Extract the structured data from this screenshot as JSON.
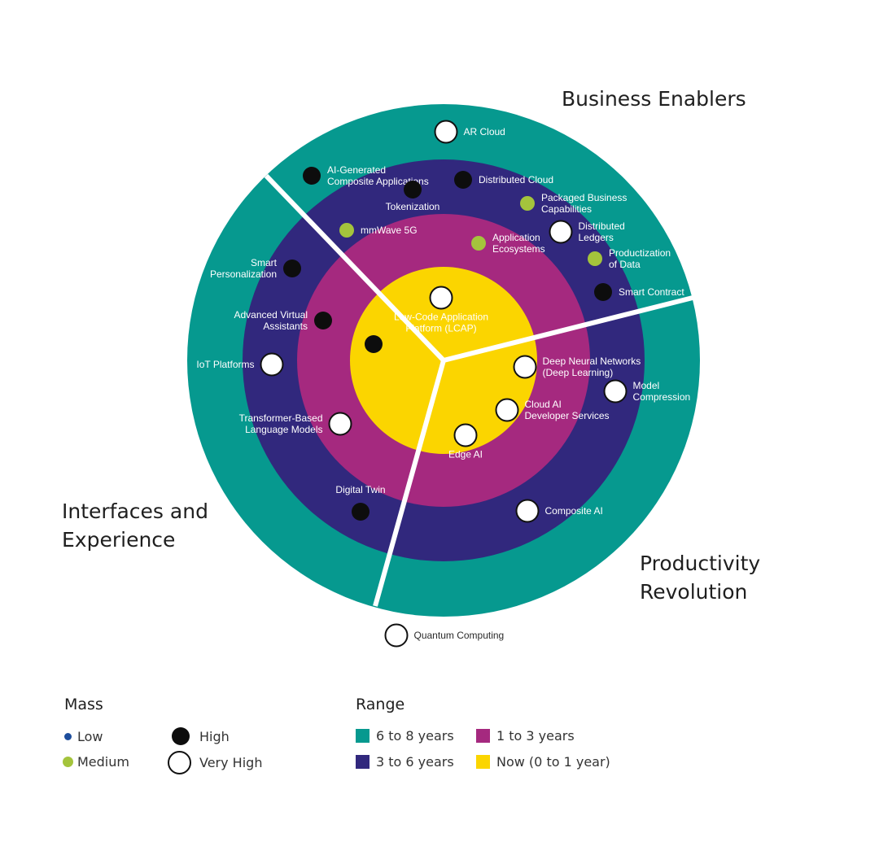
{
  "sectors": {
    "business": "Business Enablers",
    "interfaces": [
      "Interfaces and",
      "Experience"
    ],
    "productivity": [
      "Productivity",
      "Revolution"
    ]
  },
  "colors": {
    "ring_6_8": "#06998f",
    "ring_3_6": "#31287d",
    "ring_1_3": "#a5297f",
    "ring_now": "#fbd500",
    "mass_low": "#1d4d9c",
    "mass_medium": "#a4c43c",
    "mass_high": "#0d0d0d",
    "mass_very_high": "#ffffff"
  },
  "technologies": [
    {
      "name": [
        "AR Cloud"
      ],
      "mass": "very_high",
      "label_side": "right"
    },
    {
      "name": [
        "AI-Generated",
        "Composite Applications"
      ],
      "mass": "high",
      "label_side": "right"
    },
    {
      "name": [
        "Distributed Cloud"
      ],
      "mass": "high",
      "label_side": "right"
    },
    {
      "name": [
        "Tokenization"
      ],
      "mass": "high",
      "label_side": "below"
    },
    {
      "name": [
        "Packaged Business",
        "Capabilities"
      ],
      "mass": "medium",
      "label_side": "right"
    },
    {
      "name": [
        "mmWave 5G"
      ],
      "mass": "medium",
      "label_side": "right"
    },
    {
      "name": [
        "Application",
        "Ecosystems"
      ],
      "mass": "medium",
      "label_side": "right"
    },
    {
      "name": [
        "Distributed",
        "Ledgers"
      ],
      "mass": "very_high",
      "label_side": "right"
    },
    {
      "name": [
        "Productization",
        "of Data"
      ],
      "mass": "medium",
      "label_side": "right"
    },
    {
      "name": [
        "Smart Contract"
      ],
      "mass": "high",
      "label_side": "right"
    },
    {
      "name": [
        "Smart",
        "Personalization"
      ],
      "mass": "high",
      "label_side": "left"
    },
    {
      "name": [
        "Low-Code Application",
        "Platform (LCAP)"
      ],
      "mass": "very_high",
      "label_side": "below"
    },
    {
      "name": [
        "Advanced Virtual",
        "Assistants"
      ],
      "mass": "high",
      "label_side": "left"
    },
    {
      "name": [],
      "mass": "high",
      "label_side": "none"
    },
    {
      "name": [
        "IoT Platforms"
      ],
      "mass": "very_high",
      "label_side": "left"
    },
    {
      "name": [
        "Deep Neural Networks",
        "(Deep Learning)"
      ],
      "mass": "very_high",
      "label_side": "right"
    },
    {
      "name": [
        "Model",
        "Compression"
      ],
      "mass": "very_high",
      "label_side": "right"
    },
    {
      "name": [
        "Cloud AI",
        "Developer Services"
      ],
      "mass": "very_high",
      "label_side": "right"
    },
    {
      "name": [
        "Transformer-Based",
        "Language Models"
      ],
      "mass": "very_high",
      "label_side": "left"
    },
    {
      "name": [
        "Edge AI"
      ],
      "mass": "very_high",
      "label_side": "below"
    },
    {
      "name": [
        "Digital Twin"
      ],
      "mass": "high",
      "label_side": "above"
    },
    {
      "name": [
        "Composite AI"
      ],
      "mass": "very_high",
      "label_side": "right"
    },
    {
      "name": [
        "Quantum Computing"
      ],
      "mass": "very_high",
      "label_side": "right"
    }
  ],
  "legend": {
    "mass_title": "Mass",
    "mass_items": [
      {
        "label": "Low",
        "level": "low"
      },
      {
        "label": "High",
        "level": "high"
      },
      {
        "label": "Medium",
        "level": "medium"
      },
      {
        "label": "Very High",
        "level": "very_high"
      }
    ],
    "range_title": "Range",
    "range_items": [
      {
        "label": "6 to 8 years",
        "ring": "ring_6_8"
      },
      {
        "label": "1 to 3 years",
        "ring": "ring_1_3"
      },
      {
        "label": "3 to 6 years",
        "ring": "ring_3_6"
      },
      {
        "label": "Now (0 to 1 year)",
        "ring": "ring_now"
      }
    ]
  }
}
